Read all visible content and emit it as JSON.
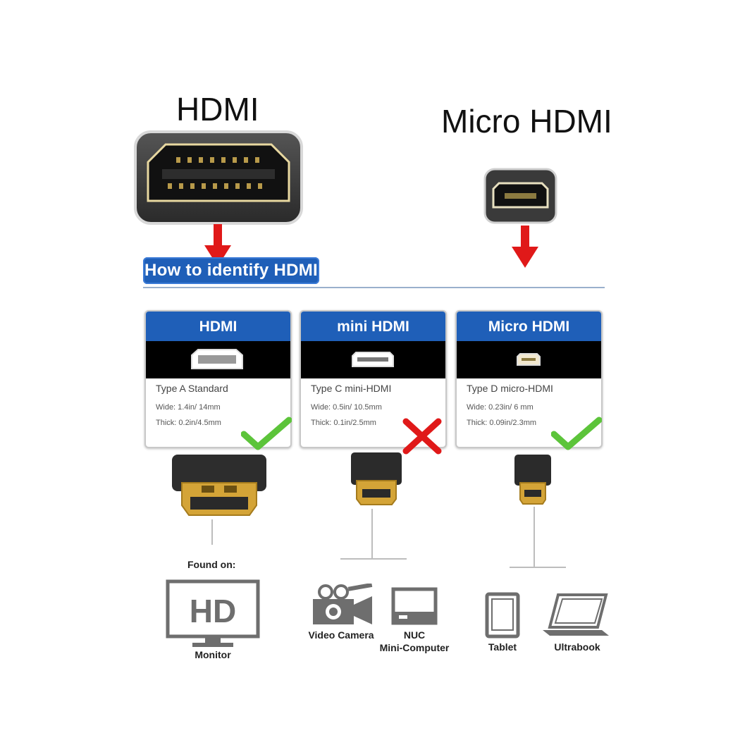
{
  "titles": {
    "hdmi": "HDMI",
    "micro_hdmi": "Micro HDMI"
  },
  "banner": "How to identify HDMI",
  "cards": [
    {
      "header": "HDMI",
      "type": "Type A Standard",
      "wide": "Wide: 1.4in/ 14mm",
      "thick": "Thick: 0.2in/4.5mm",
      "status": "check"
    },
    {
      "header": "mini HDMI",
      "type": "Type C mini-HDMI",
      "wide": "Wide: 0.5in/ 10.5mm",
      "thick": "Thick: 0.1in/2.5mm",
      "status": "cross"
    },
    {
      "header": "Micro HDMI",
      "type": "Type D micro-HDMI",
      "wide": "Wide: 0.23in/ 6 mm",
      "thick": "Thick: 0.09in/2.3mm",
      "status": "check"
    }
  ],
  "found_on": "Found on:",
  "devices": {
    "monitor": "Monitor",
    "monitor_icon_text": "HD",
    "video_camera": "Video Camera",
    "nuc": "NUC",
    "nuc_sub": "Mini-Computer",
    "tablet": "Tablet",
    "ultrabook": "Ultrabook"
  },
  "colors": {
    "accent_blue": "#1f5fb8",
    "arrow_red": "#e01919",
    "check_green": "#5cc43a",
    "cross_red": "#e01919",
    "gold": "#d4a437"
  }
}
